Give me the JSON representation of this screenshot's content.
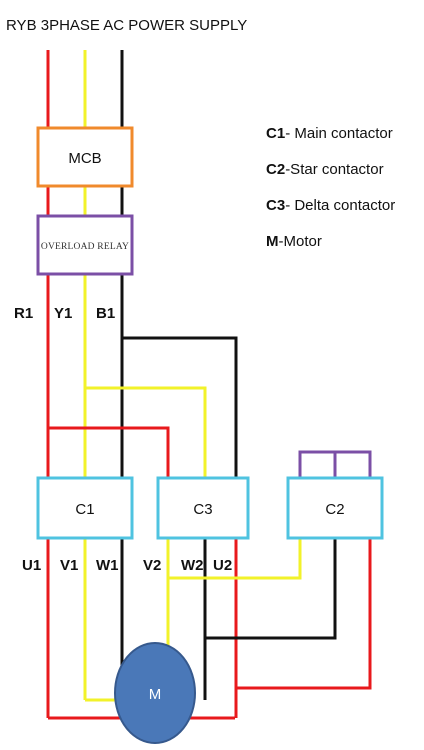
{
  "title": "RYB 3PHASE AC POWER SUPPLY",
  "components": {
    "mcb": "MCB",
    "overload_relay": "OVERLOAD RELAY",
    "c1": "C1",
    "c2": "C2",
    "c3": "C3",
    "motor": "M"
  },
  "phase_labels": {
    "r1": "R1",
    "y1": "Y1",
    "b1": "B1"
  },
  "terminal_labels": {
    "u1": "U1",
    "v1": "V1",
    "w1": "W1",
    "v2": "V2",
    "w2": "W2",
    "u2": "U2"
  },
  "legend": [
    {
      "key": "C1",
      "text": "- Main contactor"
    },
    {
      "key": "C2",
      "text": "-Star contactor"
    },
    {
      "key": "C3",
      "text": "- Delta contactor"
    },
    {
      "key": "M",
      "text": "-Motor"
    }
  ],
  "colors": {
    "red": "#e8191c",
    "yellow": "#f2f22a",
    "black": "#111111",
    "mcb_border": "#f08a2c",
    "relay_border": "#7b4fa6",
    "contactor_border": "#4fc3e0",
    "motor_fill": "#4a78b8",
    "motor_stroke": "#36598d"
  }
}
